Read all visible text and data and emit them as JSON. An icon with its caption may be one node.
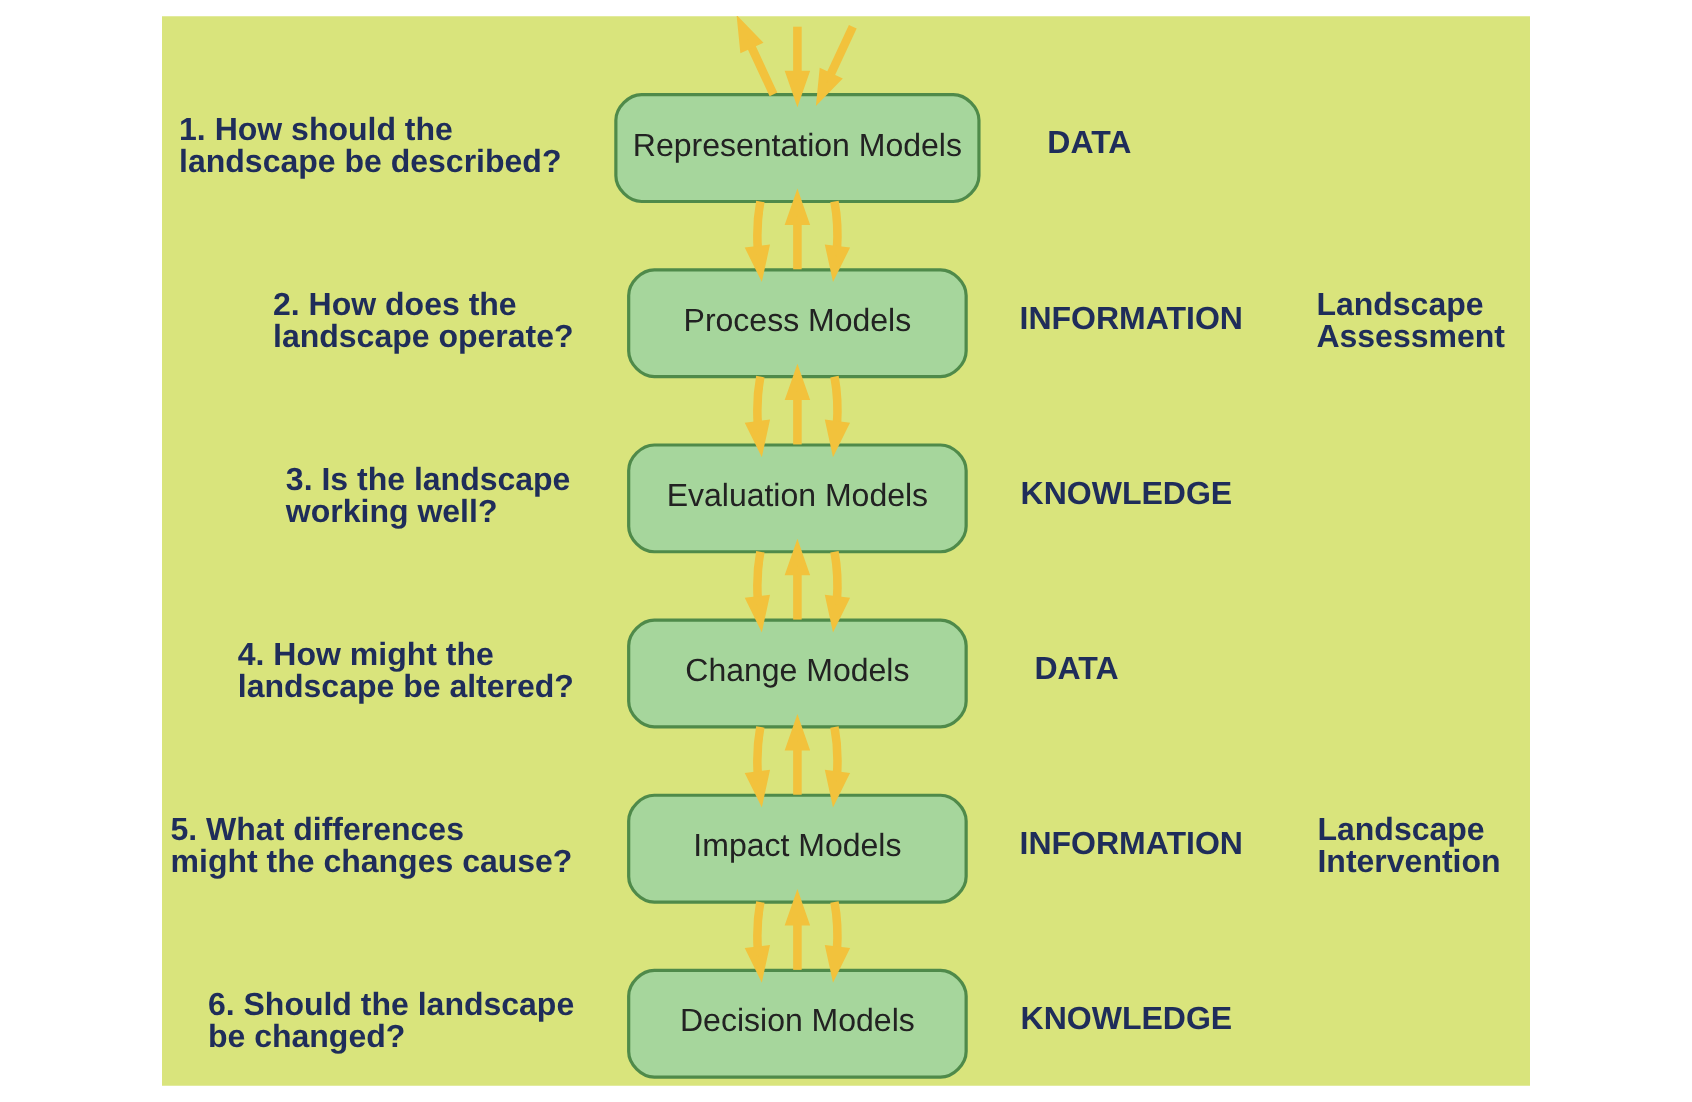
{
  "diagram": {
    "nodes": [
      {
        "text": [
          "Representation Models"
        ],
        "beside": [
          "1. How should the landscape be described?",
          "DATA"
        ]
      },
      {
        "text": [
          "Process Models"
        ],
        "beside": [
          "2. How does the landscape operate?",
          "INFORMATION"
        ]
      },
      {
        "text": [
          "Evaluation Models"
        ],
        "beside": [
          "3. Is the landscape working well?",
          "KNOWLEDGE"
        ]
      },
      {
        "text": [
          "Change Models"
        ],
        "beside": [
          "4. How might the landscape be altered?",
          "DATA"
        ]
      },
      {
        "text": [
          "Impact Models"
        ],
        "beside": [
          "5. What differences might the changes cause?",
          "INFORMATION"
        ]
      },
      {
        "text": [
          "Decision Models"
        ],
        "beside": [
          "6. Should the landscape be changed?",
          "KNOWLEDGE"
        ]
      }
    ],
    "edges": [
      {
        "from": null,
        "to": 0,
        "arrow": "to"
      },
      {
        "from": 0,
        "to": null,
        "arrow": "to"
      },
      {
        "from": null,
        "to": 0,
        "arrow": "to"
      },
      {
        "from": 0,
        "to": 1,
        "arrow": "to"
      },
      {
        "from": 1,
        "to": 0,
        "arrow": "to"
      },
      {
        "from": 0,
        "to": 1,
        "arrow": "to"
      },
      {
        "from": 1,
        "to": 2,
        "arrow": "to"
      },
      {
        "from": 2,
        "to": 1,
        "arrow": "to"
      },
      {
        "from": 1,
        "to": 2,
        "arrow": "to"
      },
      {
        "from": 2,
        "to": 3,
        "arrow": "to"
      },
      {
        "from": 3,
        "to": 2,
        "arrow": "to"
      },
      {
        "from": 2,
        "to": 3,
        "arrow": "to"
      },
      {
        "from": 3,
        "to": 4,
        "arrow": "to"
      },
      {
        "from": 4,
        "to": 3,
        "arrow": "to"
      },
      {
        "from": 3,
        "to": 4,
        "arrow": "to"
      },
      {
        "from": 4,
        "to": 5,
        "arrow": "to"
      },
      {
        "from": 5,
        "to": 4,
        "arrow": "to"
      },
      {
        "from": 4,
        "to": 5,
        "arrow": "to"
      }
    ],
    "labels": [
      "Landscape Assessment",
      "Landscape Intervention"
    ]
  }
}
